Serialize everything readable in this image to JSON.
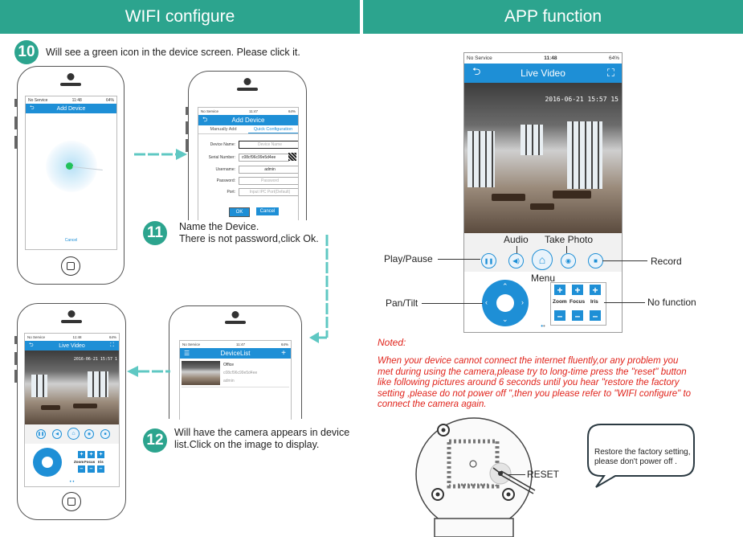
{
  "headers": {
    "left": "WIFI  configure",
    "right": "APP function"
  },
  "steps": [
    {
      "num": "10",
      "text": "Will see a green icon in the device screen. Please click it."
    },
    {
      "num": "11",
      "text_lines": [
        "Name the Device.",
        "There is not password,click Ok."
      ]
    },
    {
      "num": "12",
      "text_lines": [
        "Will have the camera appears in device",
        "list.Click on the image to display."
      ]
    }
  ],
  "status": {
    "carrier": "No Service",
    "time": "11:48",
    "time2": "11:47",
    "battery": "64%"
  },
  "phone1": {
    "title": "Add Device",
    "cancel": "Cancel"
  },
  "phone2": {
    "title": "Add Device",
    "tab_manual": "Manually Add",
    "tab_quick": "Quick Configuration",
    "device_name_label": "Device Name:",
    "device_name_ph": "Device Name",
    "serial_label": "Serial Number:",
    "serial_value": "c08cf96c99e5d4ee",
    "username_label": "Username:",
    "username_value": "admin",
    "password_label": "Password:",
    "password_ph": "Password",
    "port_label": "Port:",
    "port_ph": "Input IPC Port(Default)",
    "ok": "OK",
    "cancel": "Cancel"
  },
  "phone3": {
    "title": "DeviceList",
    "device_name": "Office",
    "device_serial": "c08cf96c99e5d4ee",
    "device_user": "admin"
  },
  "phone4": {
    "title": "Live Video",
    "timestamp": "2016-06-21 15:57 1",
    "zoom": "Zoom",
    "focus": "Focus",
    "iris": "Iris"
  },
  "app": {
    "title": "Live Video",
    "timestamp": "2016-06-21 15:57 15",
    "zoom": "Zoom",
    "focus": "Focus",
    "iris": "Iris",
    "labels": {
      "audio": "Audio",
      "take_photo": "Take Photo",
      "play_pause": "Play/Pause",
      "record": "Record",
      "menu": "Menu",
      "pan_tilt": "Pan/Tilt",
      "no_function": "No function"
    }
  },
  "note": {
    "title": "Noted:",
    "lines": [
      "When your device cannot connect the internet fluently,or any  problem you",
      "met during using the camera,please try to long-time press the \"reset\" button",
      " like following pictures  around 6 seconds until you hear  \"restore the factory",
      "setting ,please do not power off \",then you please refer to \"WIFI configure\" to",
      "connect the camera again."
    ]
  },
  "reset": {
    "label": "RESET",
    "bubble_line1": "Restore the factory setting,",
    "bubble_line2": "please don't power off ."
  },
  "colors": {
    "teal": "#2ca48e",
    "blue": "#1e8fd6",
    "red": "#e0231b"
  }
}
